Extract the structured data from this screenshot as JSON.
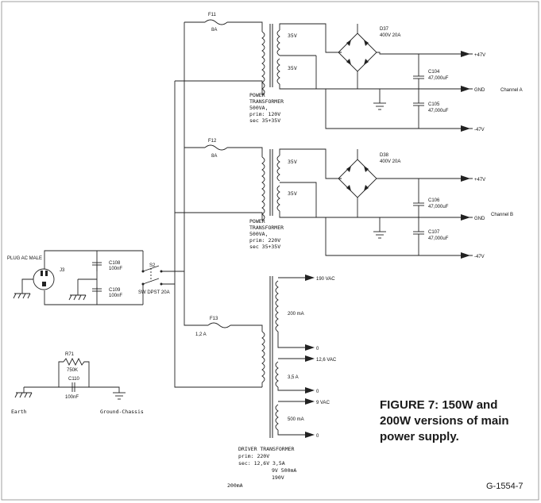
{
  "caption": {
    "line1": "FIGURE 7: 150W and",
    "line2": "200W versions of main",
    "line3": "power supply."
  },
  "reference": "G-1554-7",
  "input": {
    "plug": "PLUG AC MALE",
    "jack": "J3",
    "c108": "C108",
    "c108_val": "100nF",
    "c109": "C109",
    "c109_val": "100nF",
    "switch": "S2",
    "switch_type": "SW DPST 20A"
  },
  "earth_network": {
    "resistor": "R71",
    "resistor_val": "750K",
    "cap": "C110",
    "cap_val": "100nF",
    "earth": "Earth",
    "chassis": "Ground-Chassis"
  },
  "channel_a": {
    "fuse": "F11",
    "fuse_val": "8A",
    "sec_top": "35V",
    "sec_bot": "35V",
    "xfmr_l1": "POWER",
    "xfmr_l2": "TRANSFORMER",
    "xfmr_l3": "500VA,",
    "xfmr_l4": "prim: 120V",
    "xfmr_l5": "sec 35+35V",
    "bridge": "D37",
    "bridge_val": "400V 20A",
    "c_top": "C104",
    "c_top_val": "47,000uF",
    "c_bot": "C105",
    "c_bot_val": "47,000uF",
    "out_pos": "+47V",
    "out_gnd": "GND",
    "out_neg": "-47V",
    "channel": "Channel A"
  },
  "channel_b": {
    "fuse": "F12",
    "fuse_val": "8A",
    "sec_top": "35V",
    "sec_bot": "35V",
    "xfmr_l1": "POWER",
    "xfmr_l2": "TRANSFORMER",
    "xfmr_l3": "500VA,",
    "xfmr_l4": "prim: 220V",
    "xfmr_l5": "sec 35+35V",
    "bridge": "D38",
    "bridge_val": "400V 20A",
    "c_top": "C106",
    "c_top_val": "47,000uF",
    "c_bot": "C107",
    "c_bot_val": "47,000uF",
    "out_pos": "+47V",
    "out_gnd": "GND",
    "out_neg": "-47V",
    "channel": "Channel B"
  },
  "driver": {
    "fuse": "F13",
    "fuse_val": "1,2 A",
    "out1": "190 VAC",
    "cur1": "200 mA",
    "out2": "0",
    "out3": "12,6 VAC",
    "cur3": "3,5 A",
    "out4": "0",
    "out5": "9 VAC",
    "cur5": "500 mA",
    "out6": "0",
    "t1": "DRIVER TRANSFORMER",
    "t2": "prim: 220V",
    "t3": "sec:    12,6V 3,5A",
    "t4": "9V 500mA",
    "t5": "190V",
    "t6": "200mA"
  }
}
